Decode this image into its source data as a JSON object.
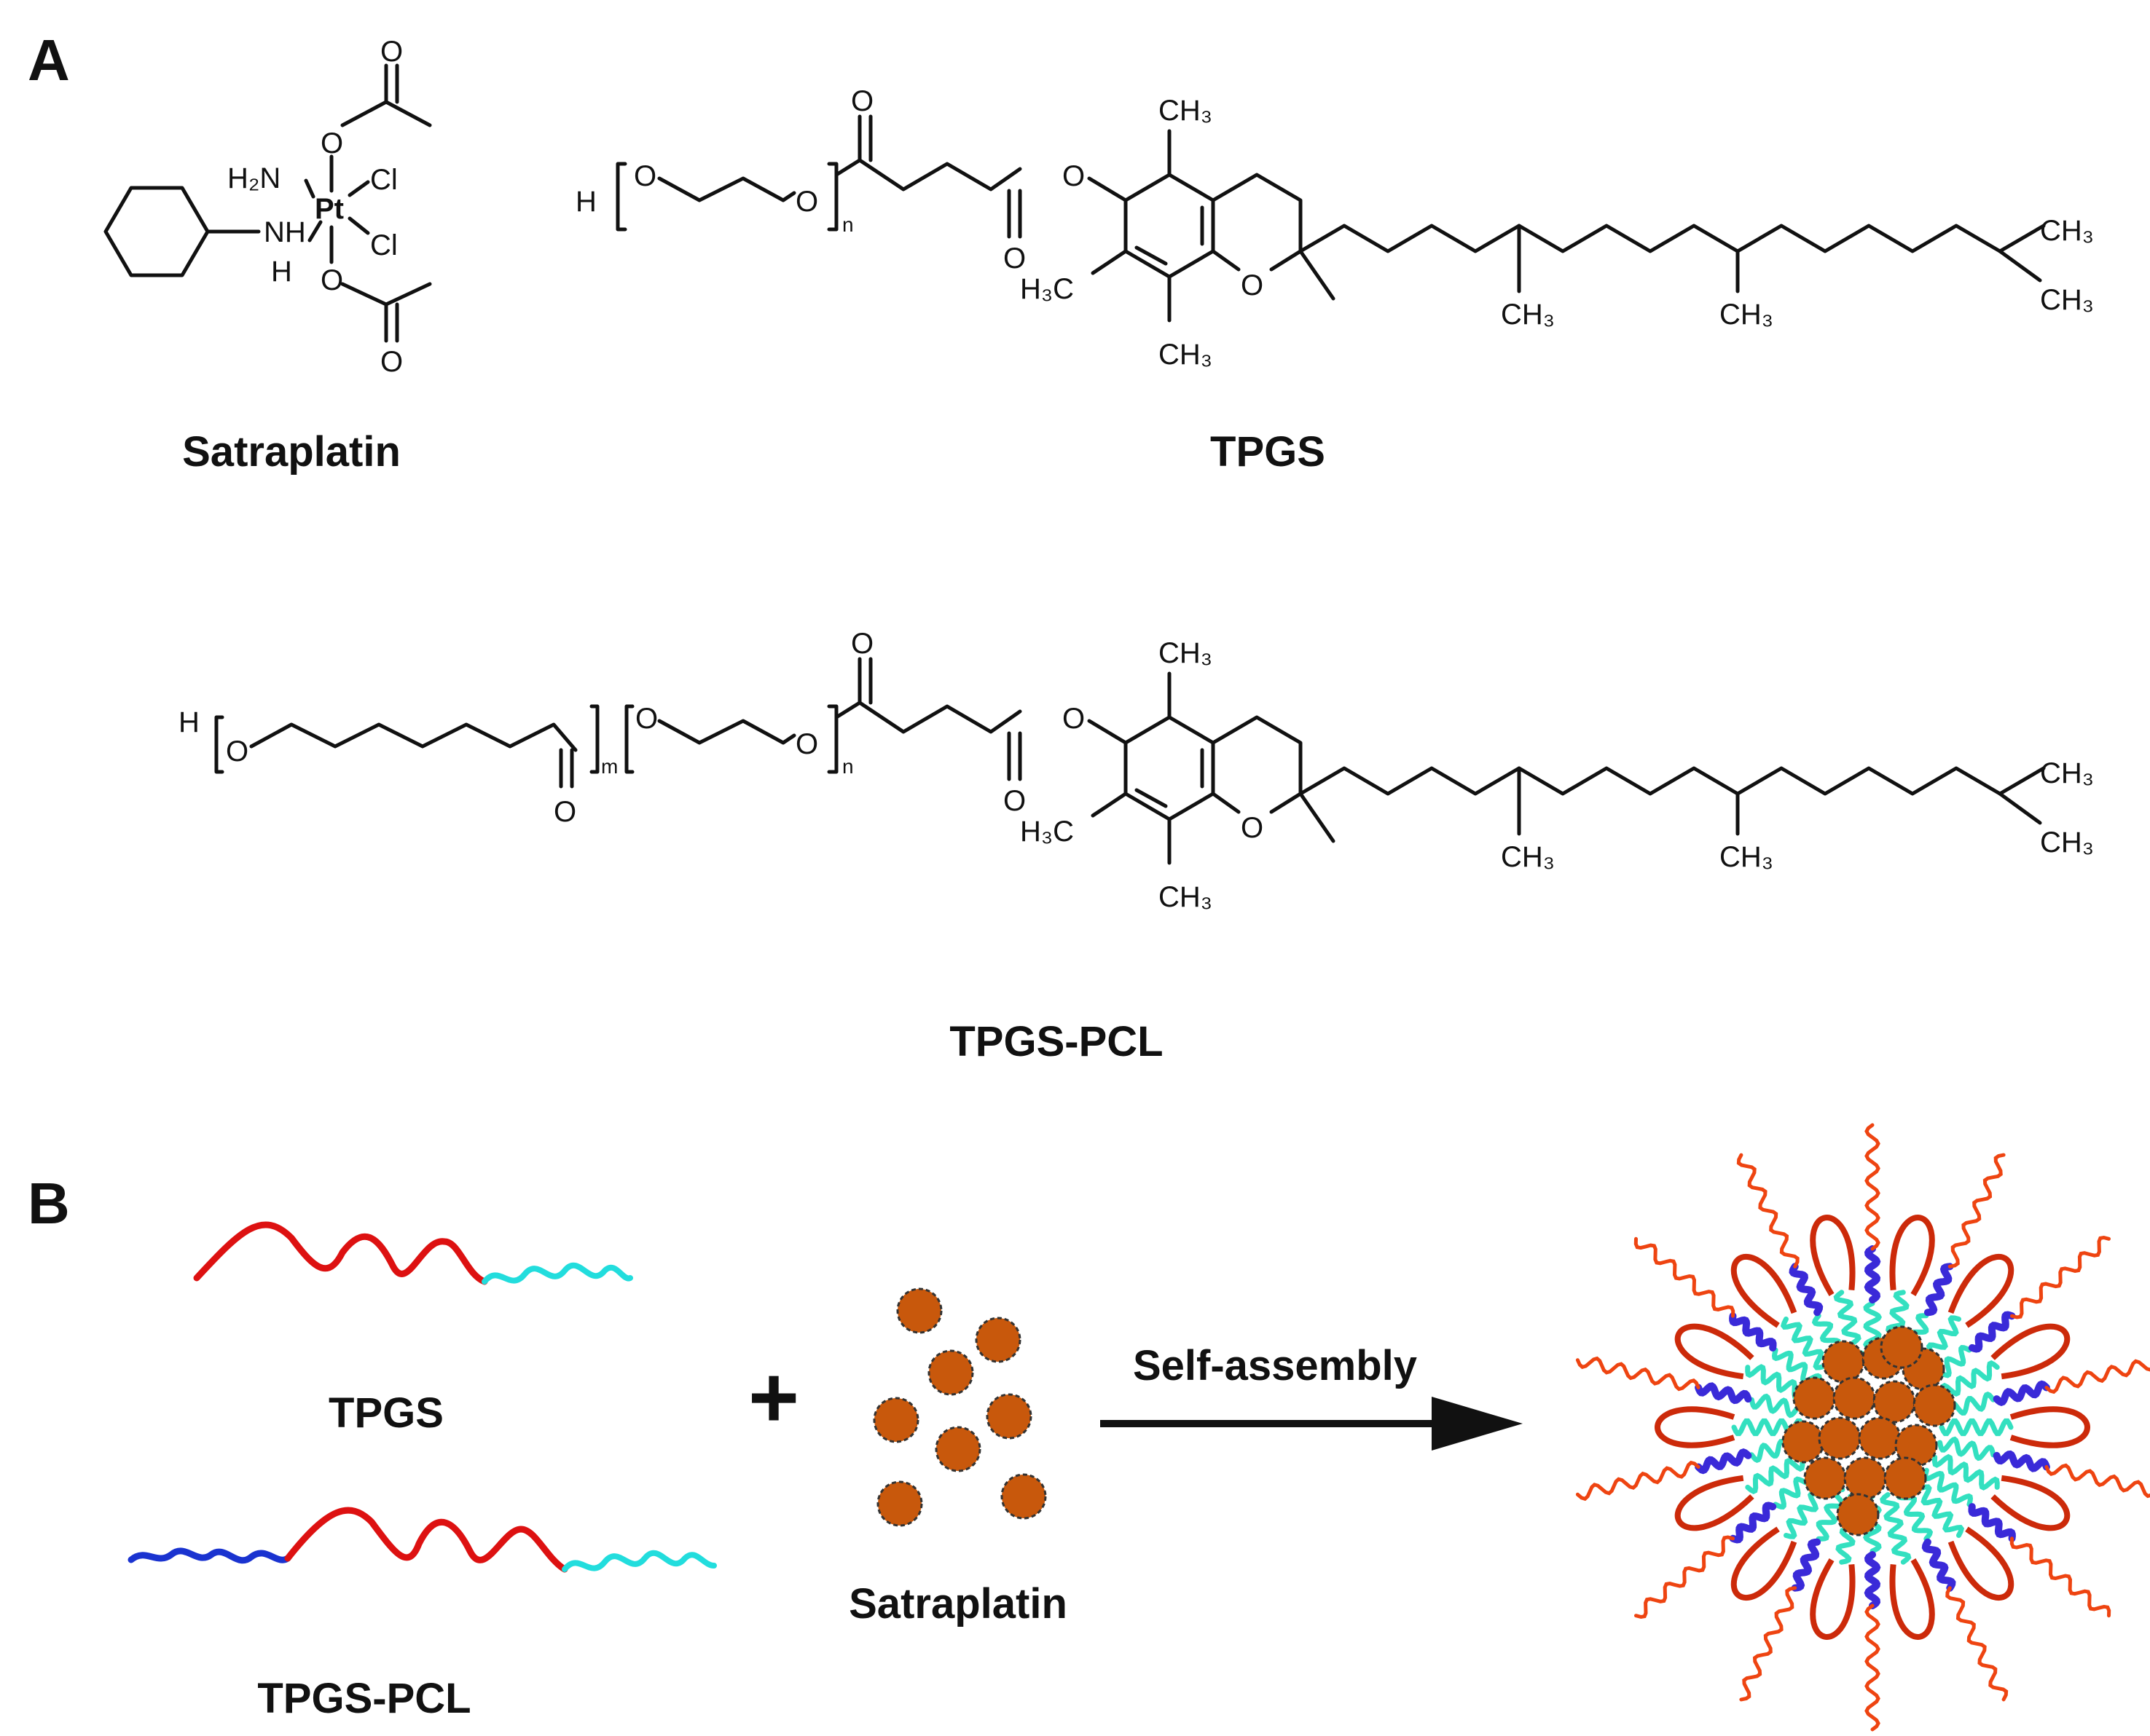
{
  "panel_a": {
    "letter": "A",
    "molecules": [
      {
        "name": "Satraplatin"
      },
      {
        "name": "TPGS"
      },
      {
        "name": "TPGS-PCL"
      }
    ],
    "atoms": {
      "O": "O",
      "H": "H",
      "Pt": "Pt",
      "Cl": "Cl",
      "NH": "NH",
      "H2N": "H₂N",
      "CH3": "CH₃",
      "H3C": "H₃C",
      "n": "n",
      "m": "m"
    }
  },
  "panel_b": {
    "letter": "B",
    "components": [
      {
        "name": "TPGS",
        "segments": [
          "red",
          "cyan"
        ]
      },
      {
        "name": "TPGS-PCL",
        "segments": [
          "blue",
          "red",
          "cyan"
        ]
      }
    ],
    "plus": "+",
    "drug": {
      "name": "Satraplatin",
      "particle_count": 8
    },
    "arrow_label": "Self-assembly",
    "product": "micelle"
  },
  "colors": {
    "peg": "#dd1111",
    "vitamin_e": "#22dddd",
    "pcl": "#1a33d0",
    "drug_fill": "#c8580c",
    "micelle_corona": "#ee4411",
    "micelle_blue": "#3a2ad8",
    "micelle_cyan": "#33e0c0"
  }
}
